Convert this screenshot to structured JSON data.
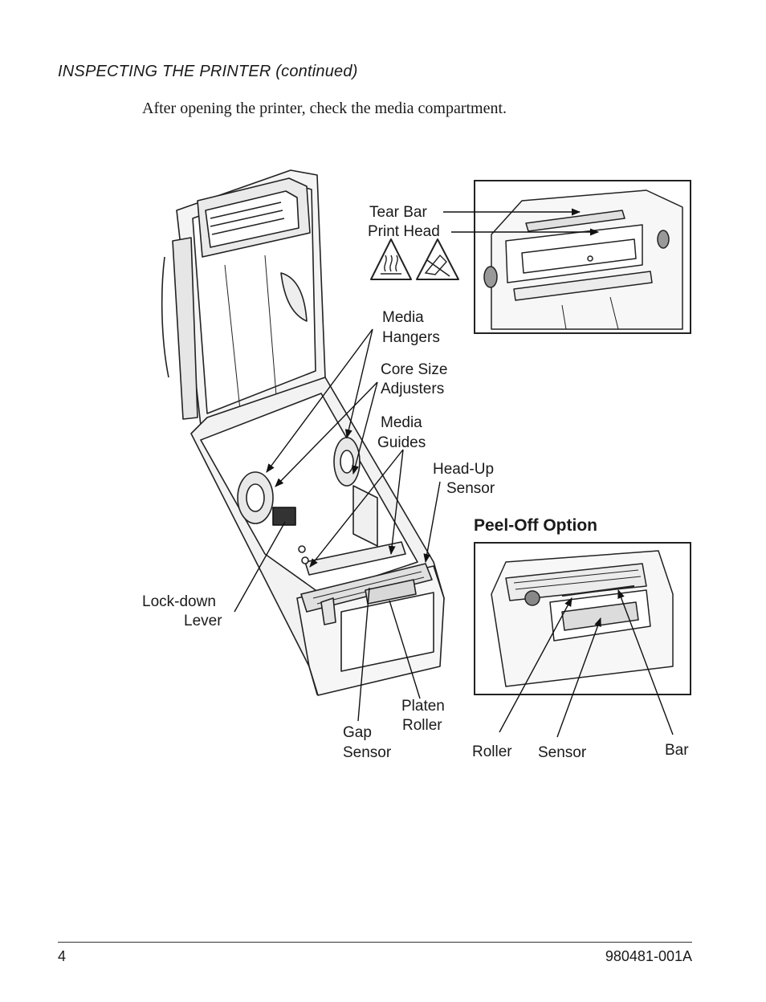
{
  "header": {
    "section_title": "INSPECTING THE PRINTER (continued)",
    "intro_text": "After opening the printer, check the media compartment."
  },
  "figure": {
    "labels": {
      "tear_bar": "Tear Bar",
      "print_head": "Print Head",
      "media_hangers_1": "Media",
      "media_hangers_2": "Hangers",
      "core_size_1": "Core Size",
      "core_size_2": "Adjusters",
      "media_guides_1": "Media",
      "media_guides_2": "Guides",
      "head_up_1": "Head-Up",
      "head_up_2": "Sensor",
      "peel_off_title": "Peel-Off Option",
      "lockdown_1": "Lock-down",
      "lockdown_2": "Lever",
      "gap_1": "Gap",
      "gap_2": "Sensor",
      "platen_1": "Platen",
      "platen_2": "Roller",
      "peel_roller": "Roller",
      "peel_sensor": "Sensor",
      "peel_bar": "Bar"
    },
    "icons": [
      "hot-surface-warning-icon",
      "electrostatic-warning-icon"
    ]
  },
  "footer": {
    "page_number": "4",
    "doc_number": "980481-001A"
  }
}
